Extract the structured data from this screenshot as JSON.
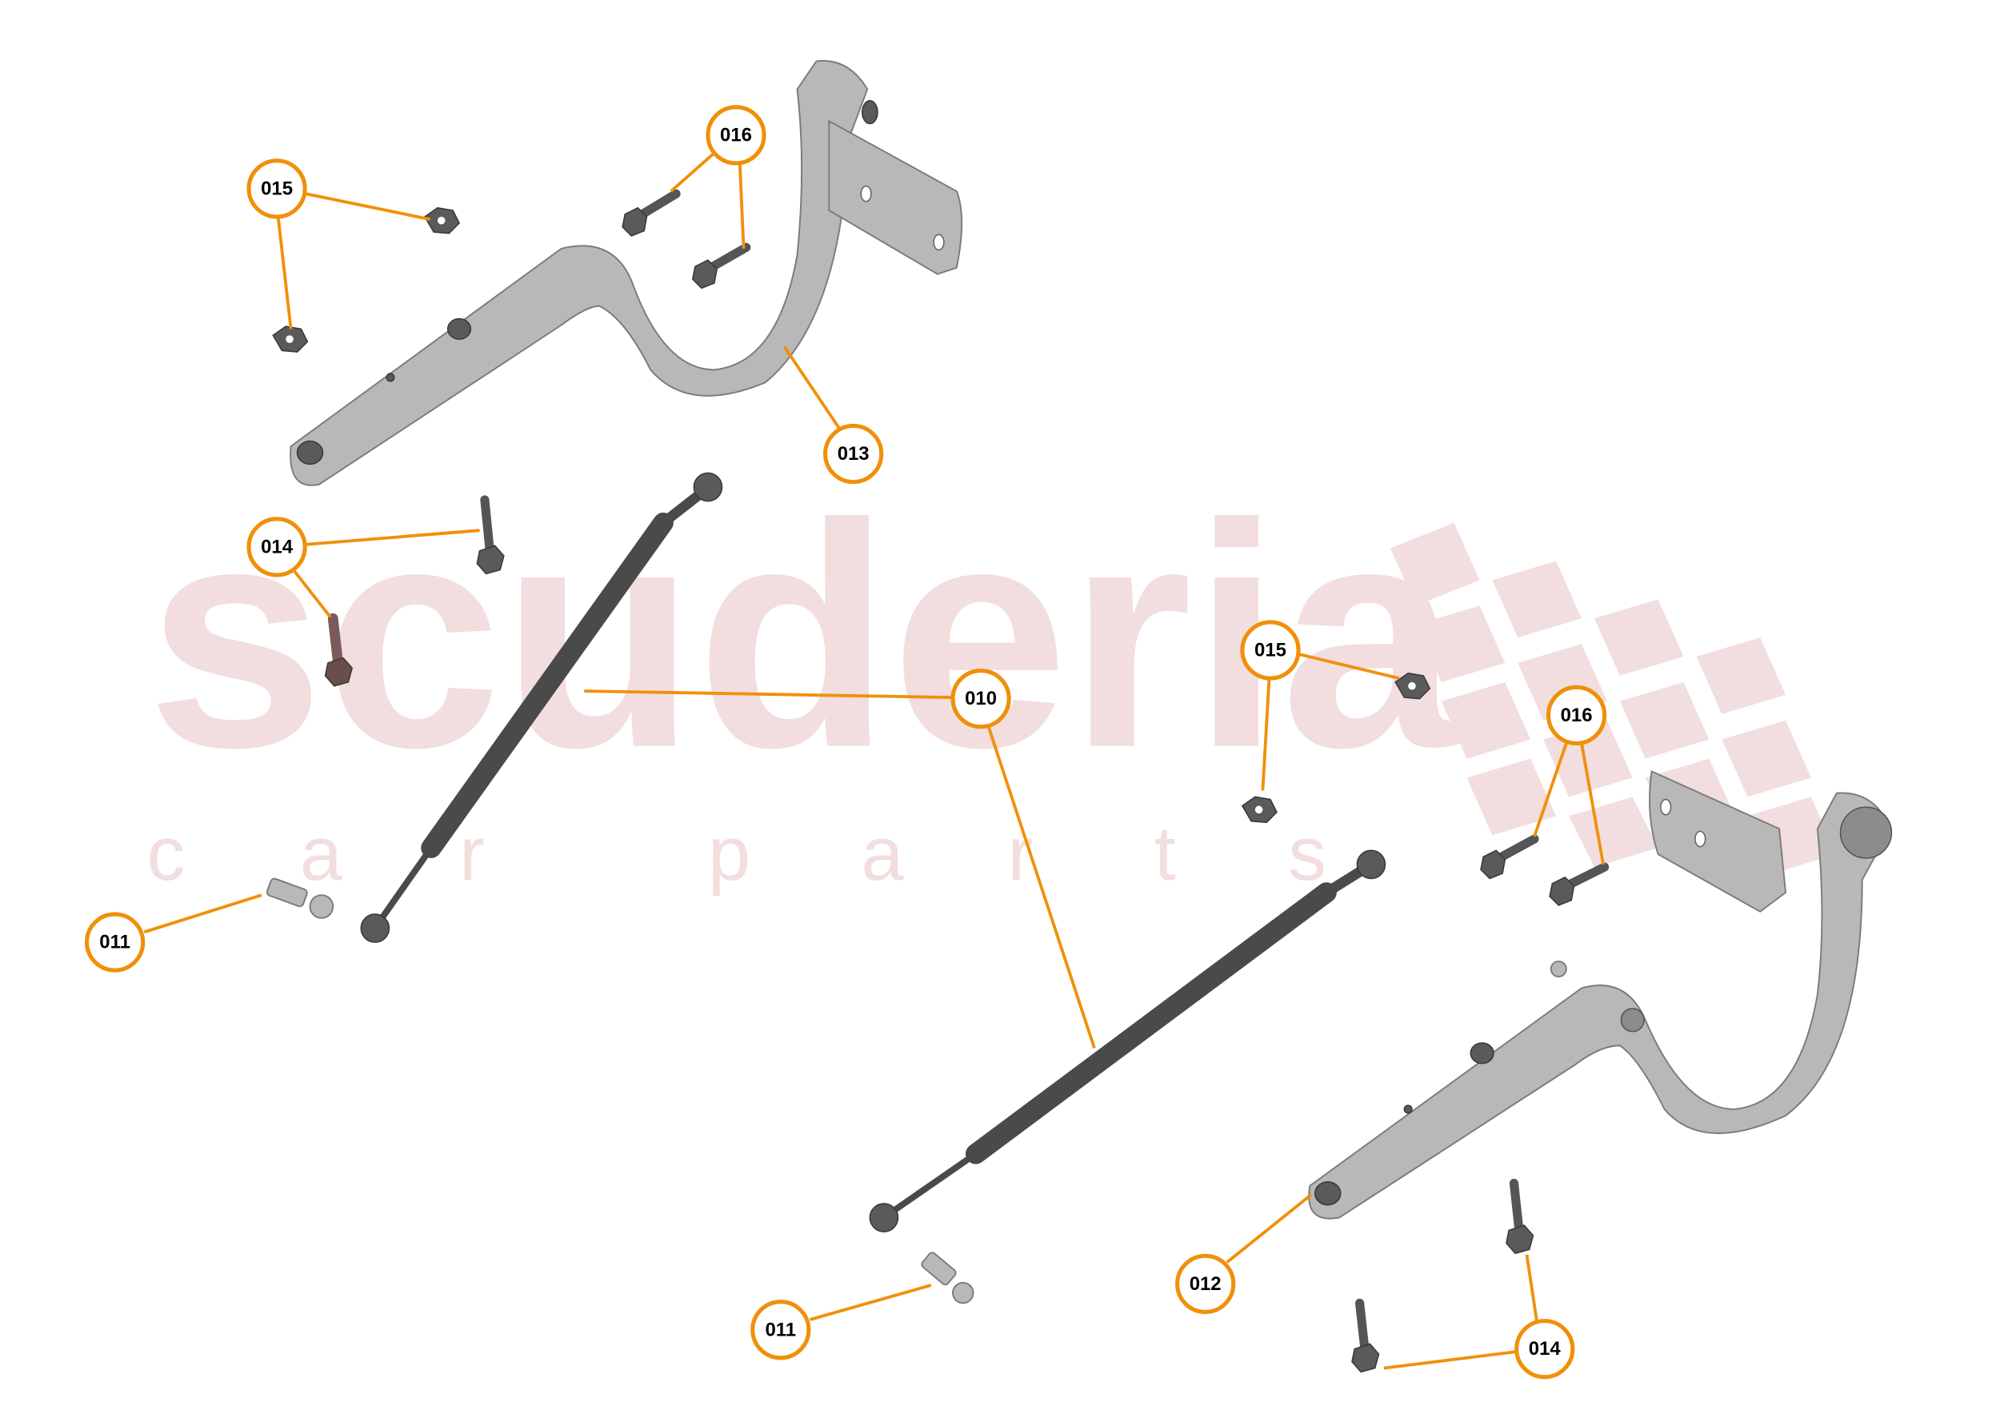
{
  "watermark": {
    "brand": "scuderia",
    "sub_letters": [
      "c",
      "a",
      "r",
      "p",
      "a",
      "r",
      "t",
      "s"
    ],
    "color": "#f2dede"
  },
  "callout_style": {
    "ring_color": "#f0900a",
    "text_color": "#000000"
  },
  "callouts": [
    {
      "id": "c015a",
      "label": "015"
    },
    {
      "id": "c016a",
      "label": "016"
    },
    {
      "id": "c013",
      "label": "013"
    },
    {
      "id": "c014a",
      "label": "014"
    },
    {
      "id": "c010",
      "label": "010"
    },
    {
      "id": "c011a",
      "label": "011"
    },
    {
      "id": "c015b",
      "label": "015"
    },
    {
      "id": "c016b",
      "label": "016"
    },
    {
      "id": "c012",
      "label": "012"
    },
    {
      "id": "c011b",
      "label": "011"
    },
    {
      "id": "c014b",
      "label": "014"
    }
  ],
  "parts": [
    {
      "number": "010",
      "name": "gas strut"
    },
    {
      "number": "011",
      "name": "ball stud"
    },
    {
      "number": "012",
      "name": "right hinge"
    },
    {
      "number": "013",
      "name": "left hinge"
    },
    {
      "number": "014",
      "name": "bolt"
    },
    {
      "number": "015",
      "name": "washer"
    },
    {
      "number": "016",
      "name": "flange bolt"
    }
  ]
}
